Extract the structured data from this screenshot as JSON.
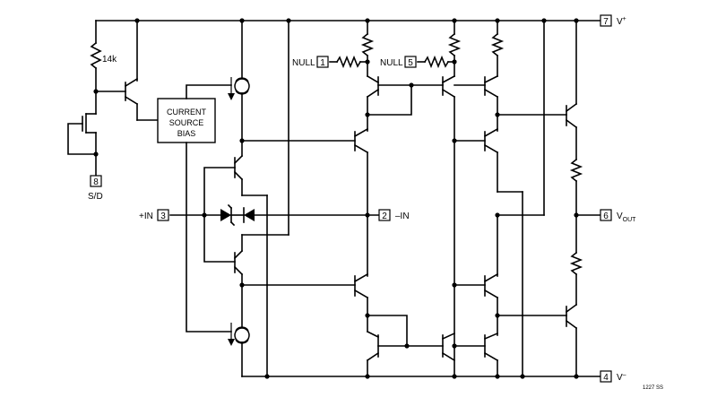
{
  "labels": {
    "resistor_14k": "14k",
    "bias_line1": "CURRENT",
    "bias_line2": "SOURCE",
    "bias_line3": "BIAS",
    "sd": "S/D",
    "plus_in": "+IN",
    "minus_in": "–IN",
    "null_left": "NULL",
    "null_right": "NULL",
    "vplus_main": "V",
    "vplus_sup": "+",
    "vout_main": "V",
    "vout_sub": "OUT",
    "vminus_main": "V",
    "vminus_sup": "–",
    "figure_id": "1227 SS"
  },
  "pins": {
    "p1": "1",
    "p2": "2",
    "p3": "3",
    "p4": "4",
    "p5": "5",
    "p6": "6",
    "p7": "7",
    "p8": "8"
  }
}
